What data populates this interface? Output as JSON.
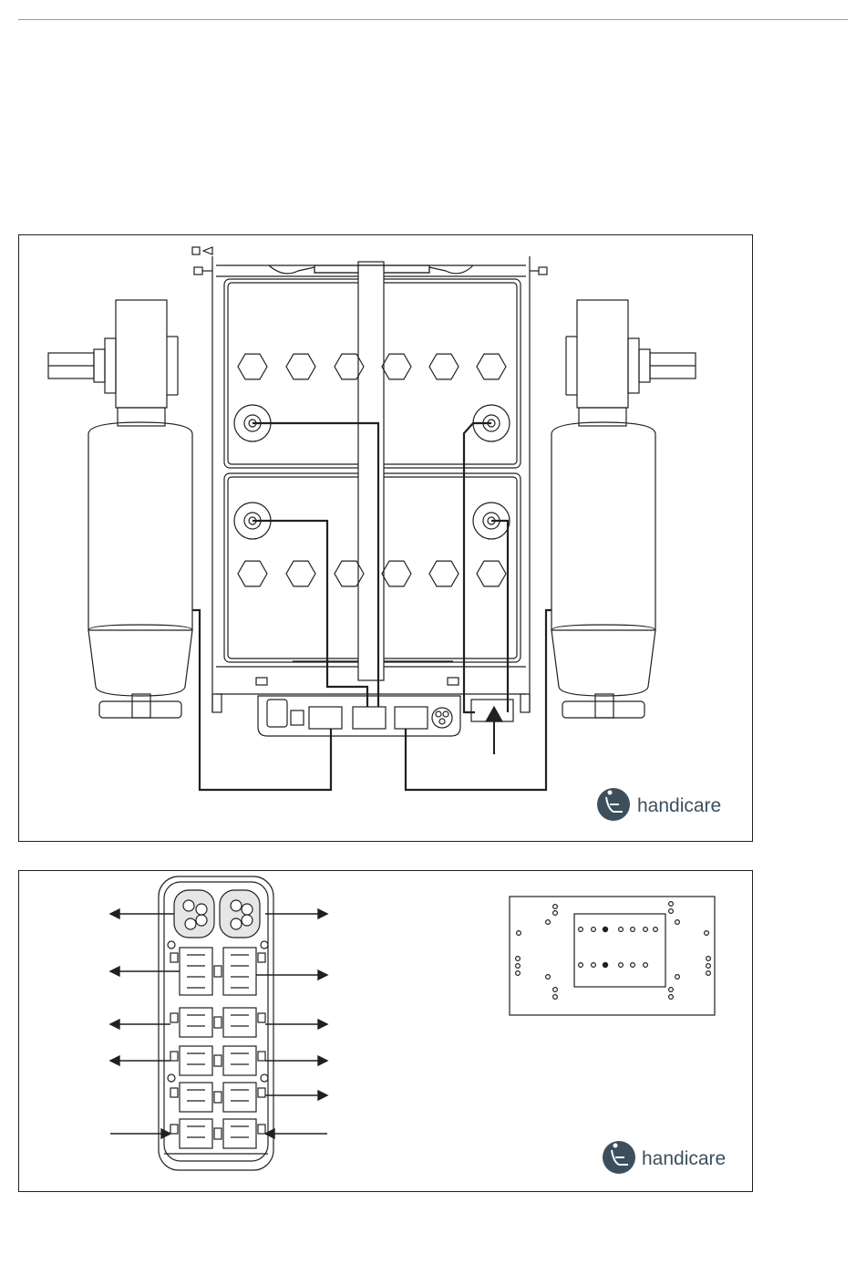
{
  "brand": {
    "name": "handicare",
    "color": "#3d4f5c",
    "logo_icon": "seated-person-logo-icon"
  },
  "panels": [
    {
      "id": "wiring-diagram",
      "content": "battery-box-motors-controller-wiring"
    },
    {
      "id": "connector-layout",
      "content": "controller-connector-block-and-mounting-plate"
    }
  ],
  "colors": {
    "line": "#231f20",
    "fill_light": "#ffffff",
    "fill_shade": "#e6e6e6",
    "page_rule": "#9a9a9a"
  }
}
